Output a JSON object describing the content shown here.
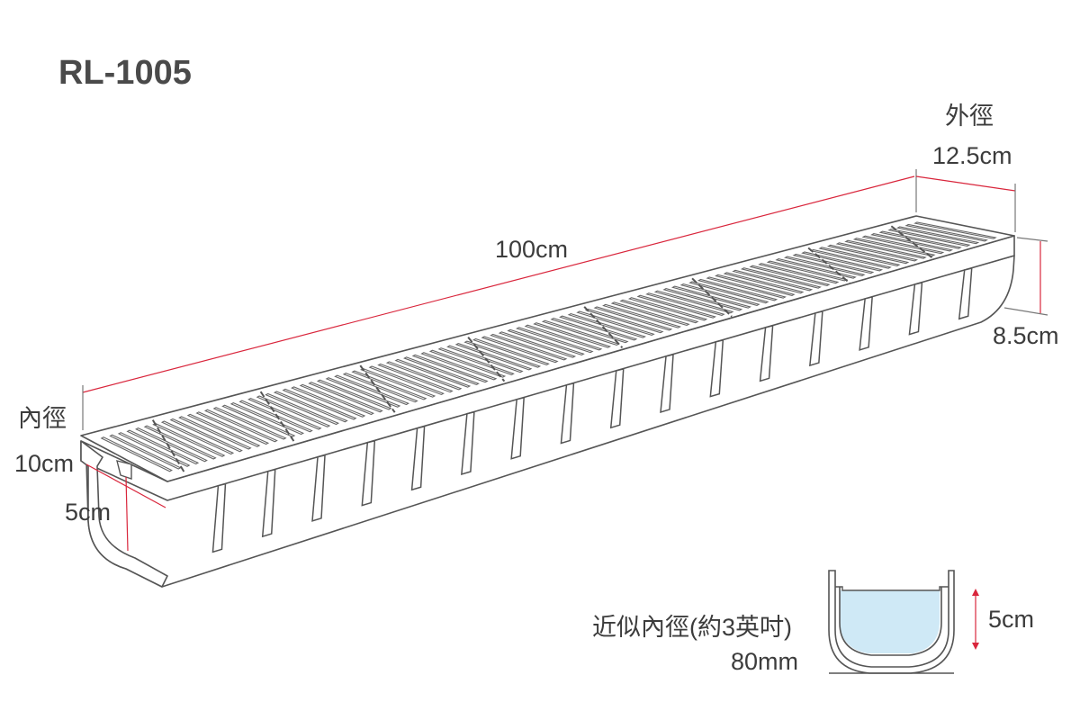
{
  "model": "RL-1005",
  "dimensions": {
    "length": "100cm",
    "outer_label": "外徑",
    "outer_width": "12.5cm",
    "height": "8.5cm",
    "inner_label": "內徑",
    "inner_width": "10cm",
    "inner_depth": "5cm"
  },
  "cross_section": {
    "caption": "近似內徑(約3英吋)",
    "caption_value": "80mm",
    "depth": "5cm"
  },
  "colors": {
    "outline": "#555555",
    "dimension_line": "#d9263c",
    "water": "#cfe9f6",
    "text": "#3c3c3c"
  }
}
